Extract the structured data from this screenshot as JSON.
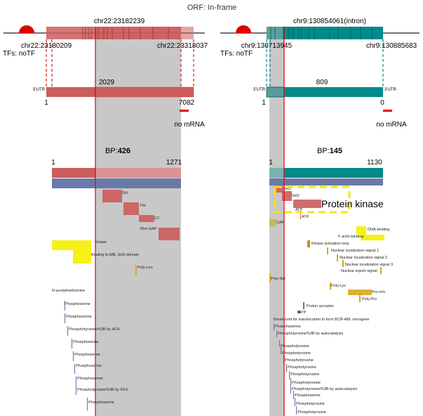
{
  "title": "ORF: In-frame",
  "gene_a": {
    "breakpoint_label": "chr22:23182239",
    "start_label": "chr22:23180209",
    "end_label": "chr22:23318037",
    "tf_label": "TFs: noTF",
    "utr5_label": "5'UTR",
    "utr3_label": "",
    "transcript_len": "2029",
    "tx_start": "1",
    "tx_end": "7082",
    "mrna_label": "no mRNA",
    "bp_prefix": "BP:",
    "bp_value": "426",
    "protein_start": "1",
    "protein_end": "1271",
    "color": "#cd5c5c"
  },
  "gene_b": {
    "breakpoint_label": "chr9:130854061(intron)",
    "start_label": "chr9:130713945",
    "end_label": "chr9:130885683",
    "tf_label": "TFs: noTF",
    "utr5_label": "5'UTR",
    "utr3_label": "3'UTR",
    "transcript_len": "809",
    "tx_start": "1",
    "tx_end": "0",
    "mrna_label": "no mRNA",
    "bp_prefix": "BP:",
    "bp_value": "145",
    "protein_start": "1",
    "protein_end": "1130",
    "color": "#008b8b"
  },
  "callout": "Protein kinase",
  "features_a": [
    {
      "label": "DH",
      "color": "#cd5c5c"
    },
    {
      "label": "PH",
      "color": "#cd5c5c"
    },
    {
      "label": "C2",
      "color": "#cd5c5c"
    },
    {
      "label": "Rho-GAP",
      "color": "#cd5c5c"
    },
    {
      "label": "Kinase",
      "color": "#f5f000"
    },
    {
      "label": "Binding to ABL SH2-domain",
      "color": "#f5f000"
    },
    {
      "label": "Poly-Leu",
      "color": "#daa520"
    },
    {
      "label": "N-acetylmethionine",
      "color": "#8a5a9a"
    },
    {
      "label": "Phosphoserine",
      "color": "#8a5a9a"
    },
    {
      "label": "Phosphoserine",
      "color": "#8a5a9a"
    },
    {
      "label": "Phosphotyrosine%3B by HCK",
      "color": "#8a5a9a"
    },
    {
      "label": "Phosphoserine",
      "color": "#8a5a9a"
    },
    {
      "label": "Phosphoserine",
      "color": "#8a5a9a"
    },
    {
      "label": "Phosphoserine",
      "color": "#8a5a9a"
    },
    {
      "label": "Phosphoserine",
      "color": "#8a5a9a"
    },
    {
      "label": "Phosphotyrosine%3B by FES",
      "color": "#8a5a9a"
    },
    {
      "label": "Phosphoserine",
      "color": "#8a5a9a"
    }
  ],
  "features_b": [
    {
      "label": "SH3",
      "color": "#cd5c5c"
    },
    {
      "label": "SH2",
      "color": "#cd5c5c"
    },
    {
      "label": "ATP",
      "color": "#cd5c5c"
    },
    {
      "label": "ATP",
      "color": "#cd5c5c"
    },
    {
      "label": "CAP",
      "color": "#c8b450"
    },
    {
      "label": "DNA-binding",
      "color": "#f5f000"
    },
    {
      "label": "F-actin-binding",
      "color": "#f5f000"
    },
    {
      "label": "Kinase activation loop",
      "color": "#b8860b"
    },
    {
      "label": "Nuclear localization signal 1",
      "color": "#daa520"
    },
    {
      "label": "Nuclear localization signal 2",
      "color": "#daa520"
    },
    {
      "label": "Nuclear localization signal 3",
      "color": "#daa520"
    },
    {
      "label": "Nuclear export signal",
      "color": "#daa520"
    },
    {
      "label": "Poly-Ser",
      "color": "#daa520"
    },
    {
      "label": "Poly-Lys",
      "color": "#daa520"
    },
    {
      "label": "Pro-rich",
      "color": "#daa520"
    },
    {
      "label": "Poly-Pro",
      "color": "#daa520"
    },
    {
      "label": "Proton acceptor",
      "color": "#8a5a9a"
    },
    {
      "label": "ATP",
      "color": "#8a5a9a"
    },
    {
      "label": "Breakpoint for translocation to form BCR-ABL oncogene",
      "color": "#8a5a9a"
    },
    {
      "label": "Phosphoserine",
      "color": "#8a5a9a"
    },
    {
      "label": "Phosphotyrosine%3B by autocatalysis",
      "color": "#8a5a9a"
    },
    {
      "label": "Phosphotyrosine",
      "color": "#8a5a9a"
    },
    {
      "label": "Phosphotyrosine",
      "color": "#8a5a9a"
    },
    {
      "label": "Phosphotyrosine",
      "color": "#8a5a9a"
    },
    {
      "label": "Phosphotyrosine",
      "color": "#8a5a9a"
    },
    {
      "label": "Phosphotyrosine",
      "color": "#8a5a9a"
    },
    {
      "label": "Phosphotyrosine",
      "color": "#8a5a9a"
    },
    {
      "label": "Phosphotyrosine%3B by autocatalysis",
      "color": "#8a5a9a"
    },
    {
      "label": "Phosphoserine",
      "color": "#8a5a9a"
    },
    {
      "label": "Phosphotyrosine",
      "color": "#8a5a9a"
    },
    {
      "label": "Phosphotyrosine",
      "color": "#8a5a9a"
    }
  ]
}
